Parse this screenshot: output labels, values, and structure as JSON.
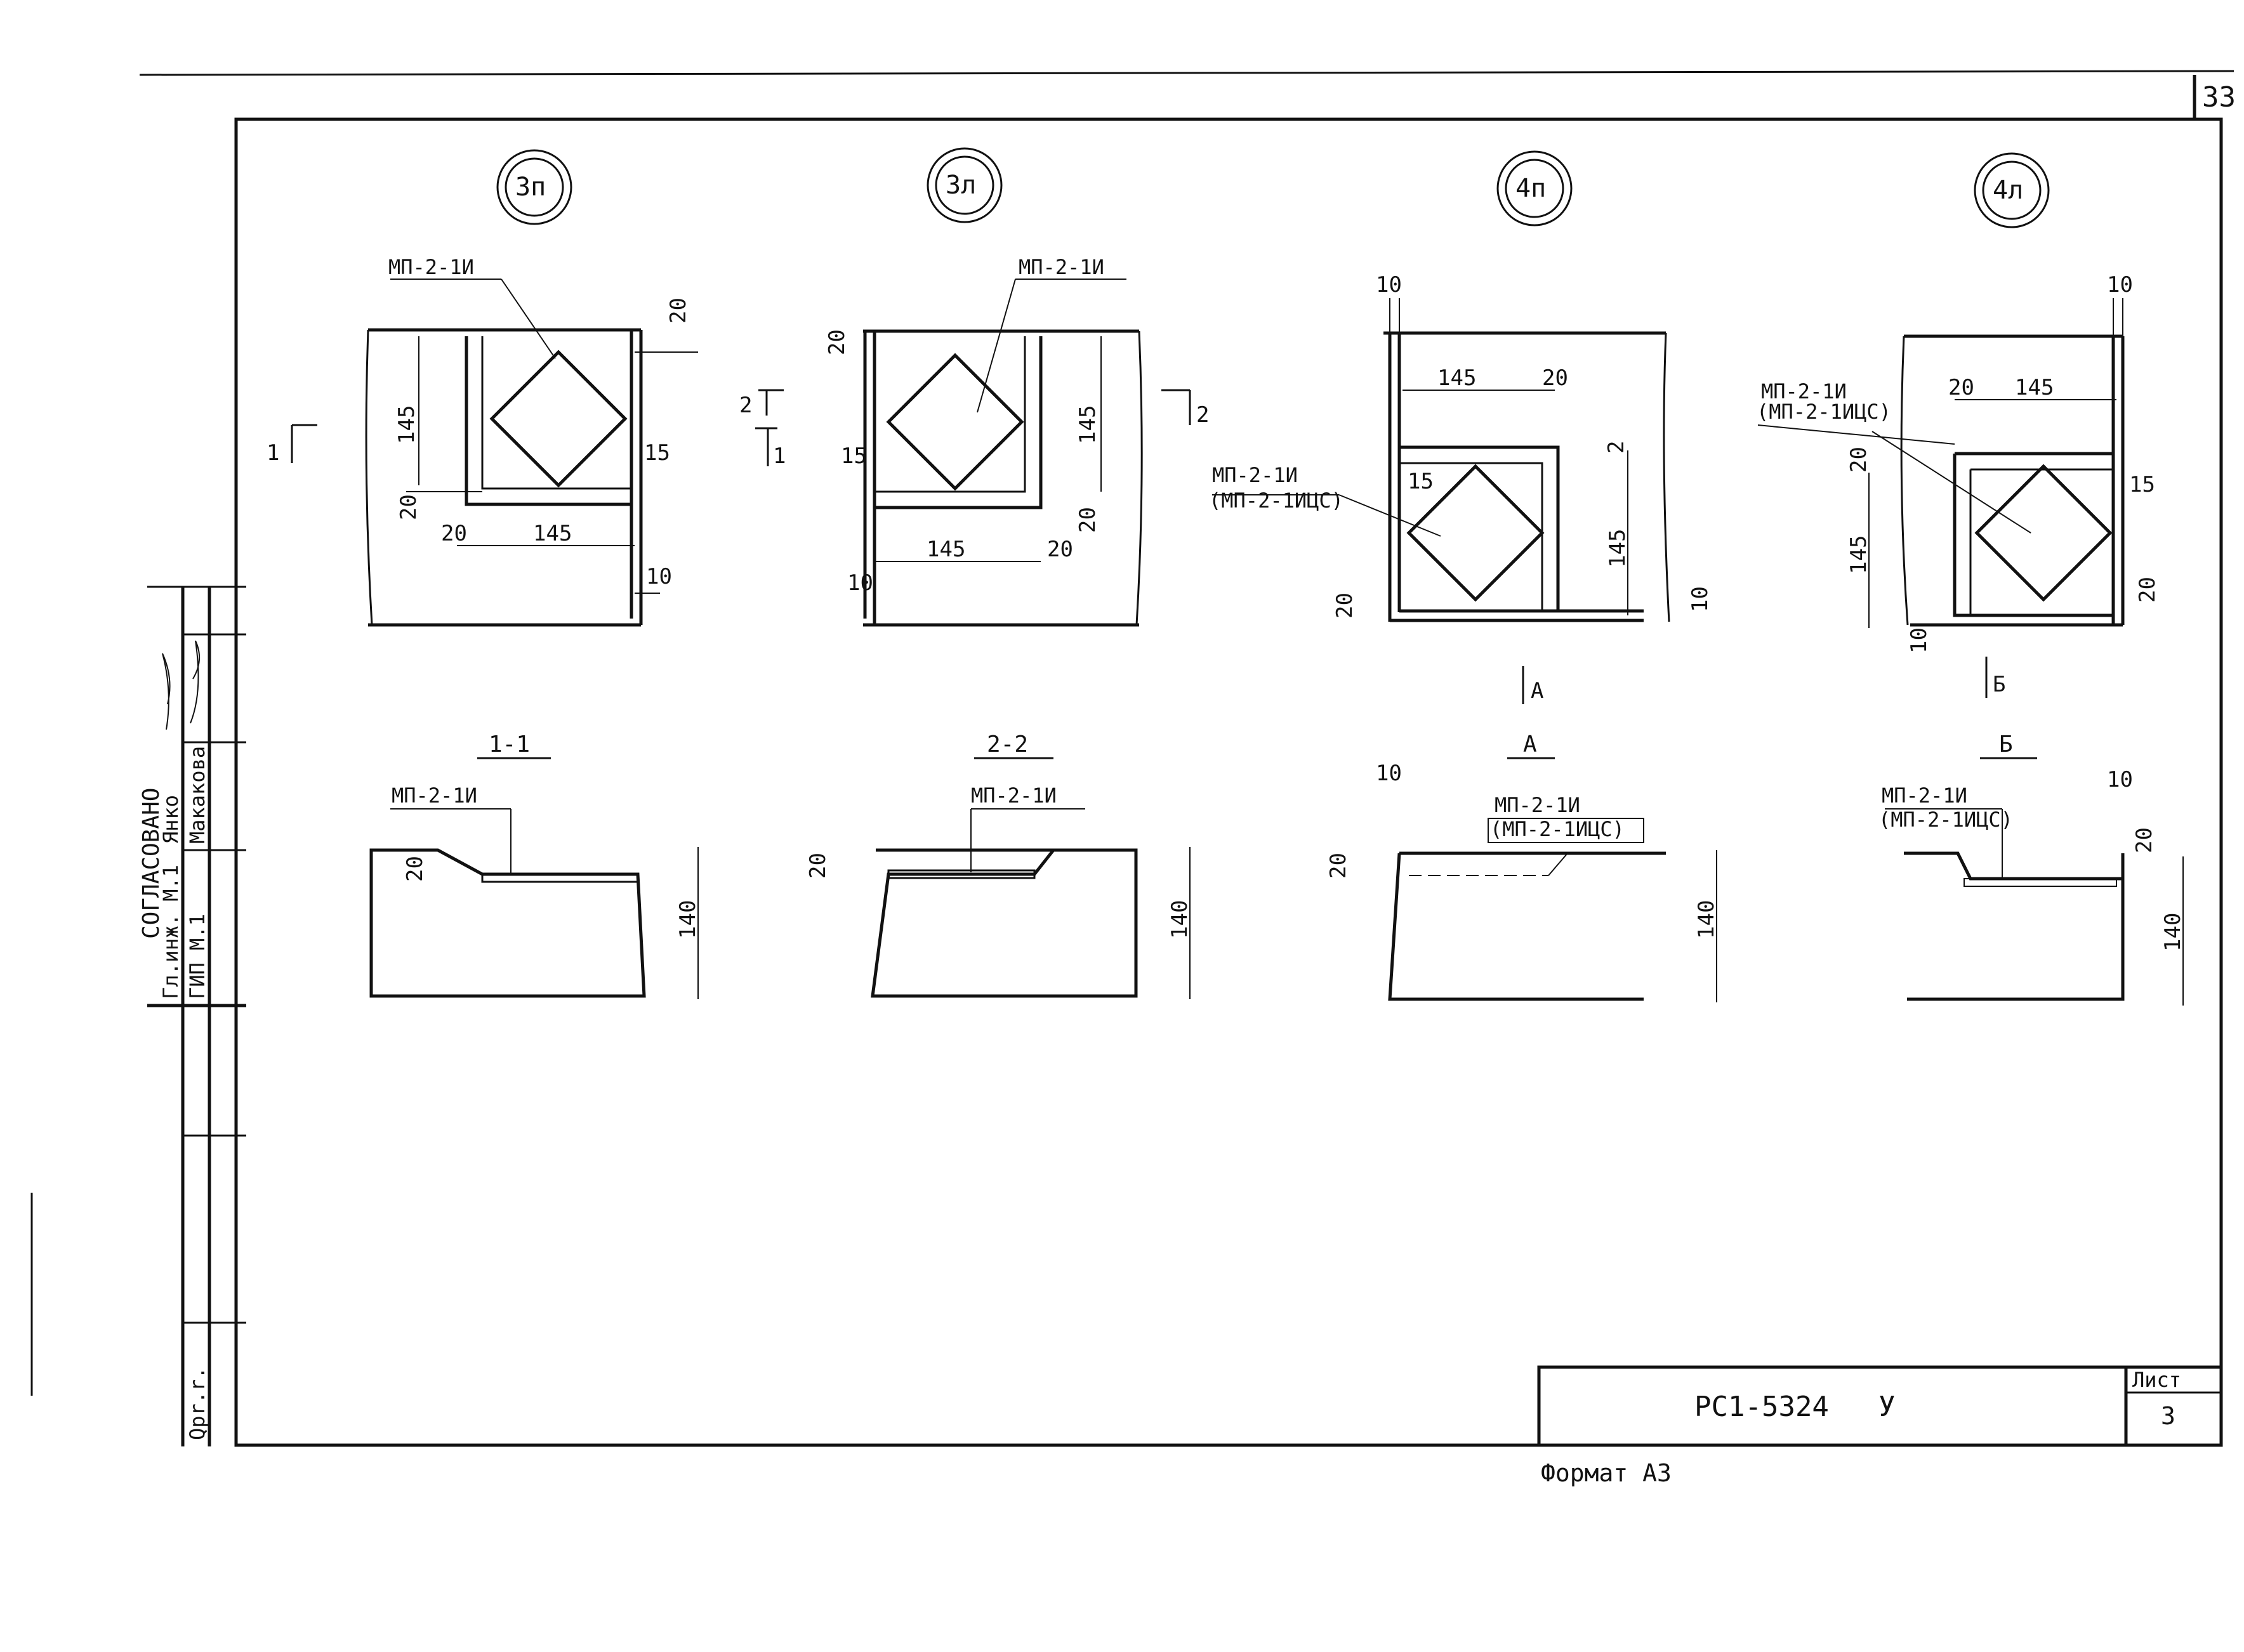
{
  "sheet": {
    "corner_number": "33",
    "designation": "РС1-5324",
    "designation_suffix": "У",
    "sheet_label": "Лист",
    "sheet_number": "3",
    "format_label": "Формат А3"
  },
  "approval": {
    "title": "СОГЛАСОВАНО",
    "rows": [
      {
        "role": "Гл.инж. М.1",
        "name": "Янко"
      },
      {
        "role": "ГИП М.1",
        "name": "Макакова"
      }
    ],
    "bottom_note": "Qpr.r."
  },
  "plans": [
    {
      "id": "3п",
      "mark": "МП-2-1И",
      "mark_alt": "",
      "dims": [
        "145",
        "145",
        "20",
        "20",
        "20",
        "15",
        "10"
      ],
      "cut": "1",
      "cut2": "2"
    },
    {
      "id": "3л",
      "mark": "МП-2-1И",
      "mark_alt": "",
      "dims": [
        "145",
        "145",
        "20",
        "20",
        "20",
        "15",
        "10"
      ],
      "cut": "1",
      "cut2": "2"
    },
    {
      "id": "4п",
      "mark": "МП-2-1И",
      "mark_alt": "(МП-2-1ИЦС)",
      "dims": [
        "145",
        "145",
        "20",
        "20",
        "10",
        "15",
        "10",
        "2"
      ],
      "cut": "А"
    },
    {
      "id": "4л",
      "mark": "МП-2-1И",
      "mark_alt": "(МП-2-1ИЦС)",
      "dims": [
        "145",
        "145",
        "20",
        "20",
        "20",
        "15",
        "10",
        "10"
      ],
      "cut": "Б"
    }
  ],
  "sections": [
    {
      "title": "1-1",
      "mark": "МП-2-1И",
      "mark_alt": "",
      "h": "140",
      "t": "20",
      "top": ""
    },
    {
      "title": "2-2",
      "mark": "МП-2-1И",
      "mark_alt": "",
      "h": "140",
      "t": "20",
      "top": ""
    },
    {
      "title": "А",
      "mark": "МП-2-1И",
      "mark_alt": "(МП-2-1ИЦС)",
      "h": "140",
      "t": "20",
      "top": "10"
    },
    {
      "title": "Б",
      "mark": "МП-2-1И",
      "mark_alt": "(МП-2-1ИЦС)",
      "h": "140",
      "t": "20",
      "top": "10"
    }
  ]
}
